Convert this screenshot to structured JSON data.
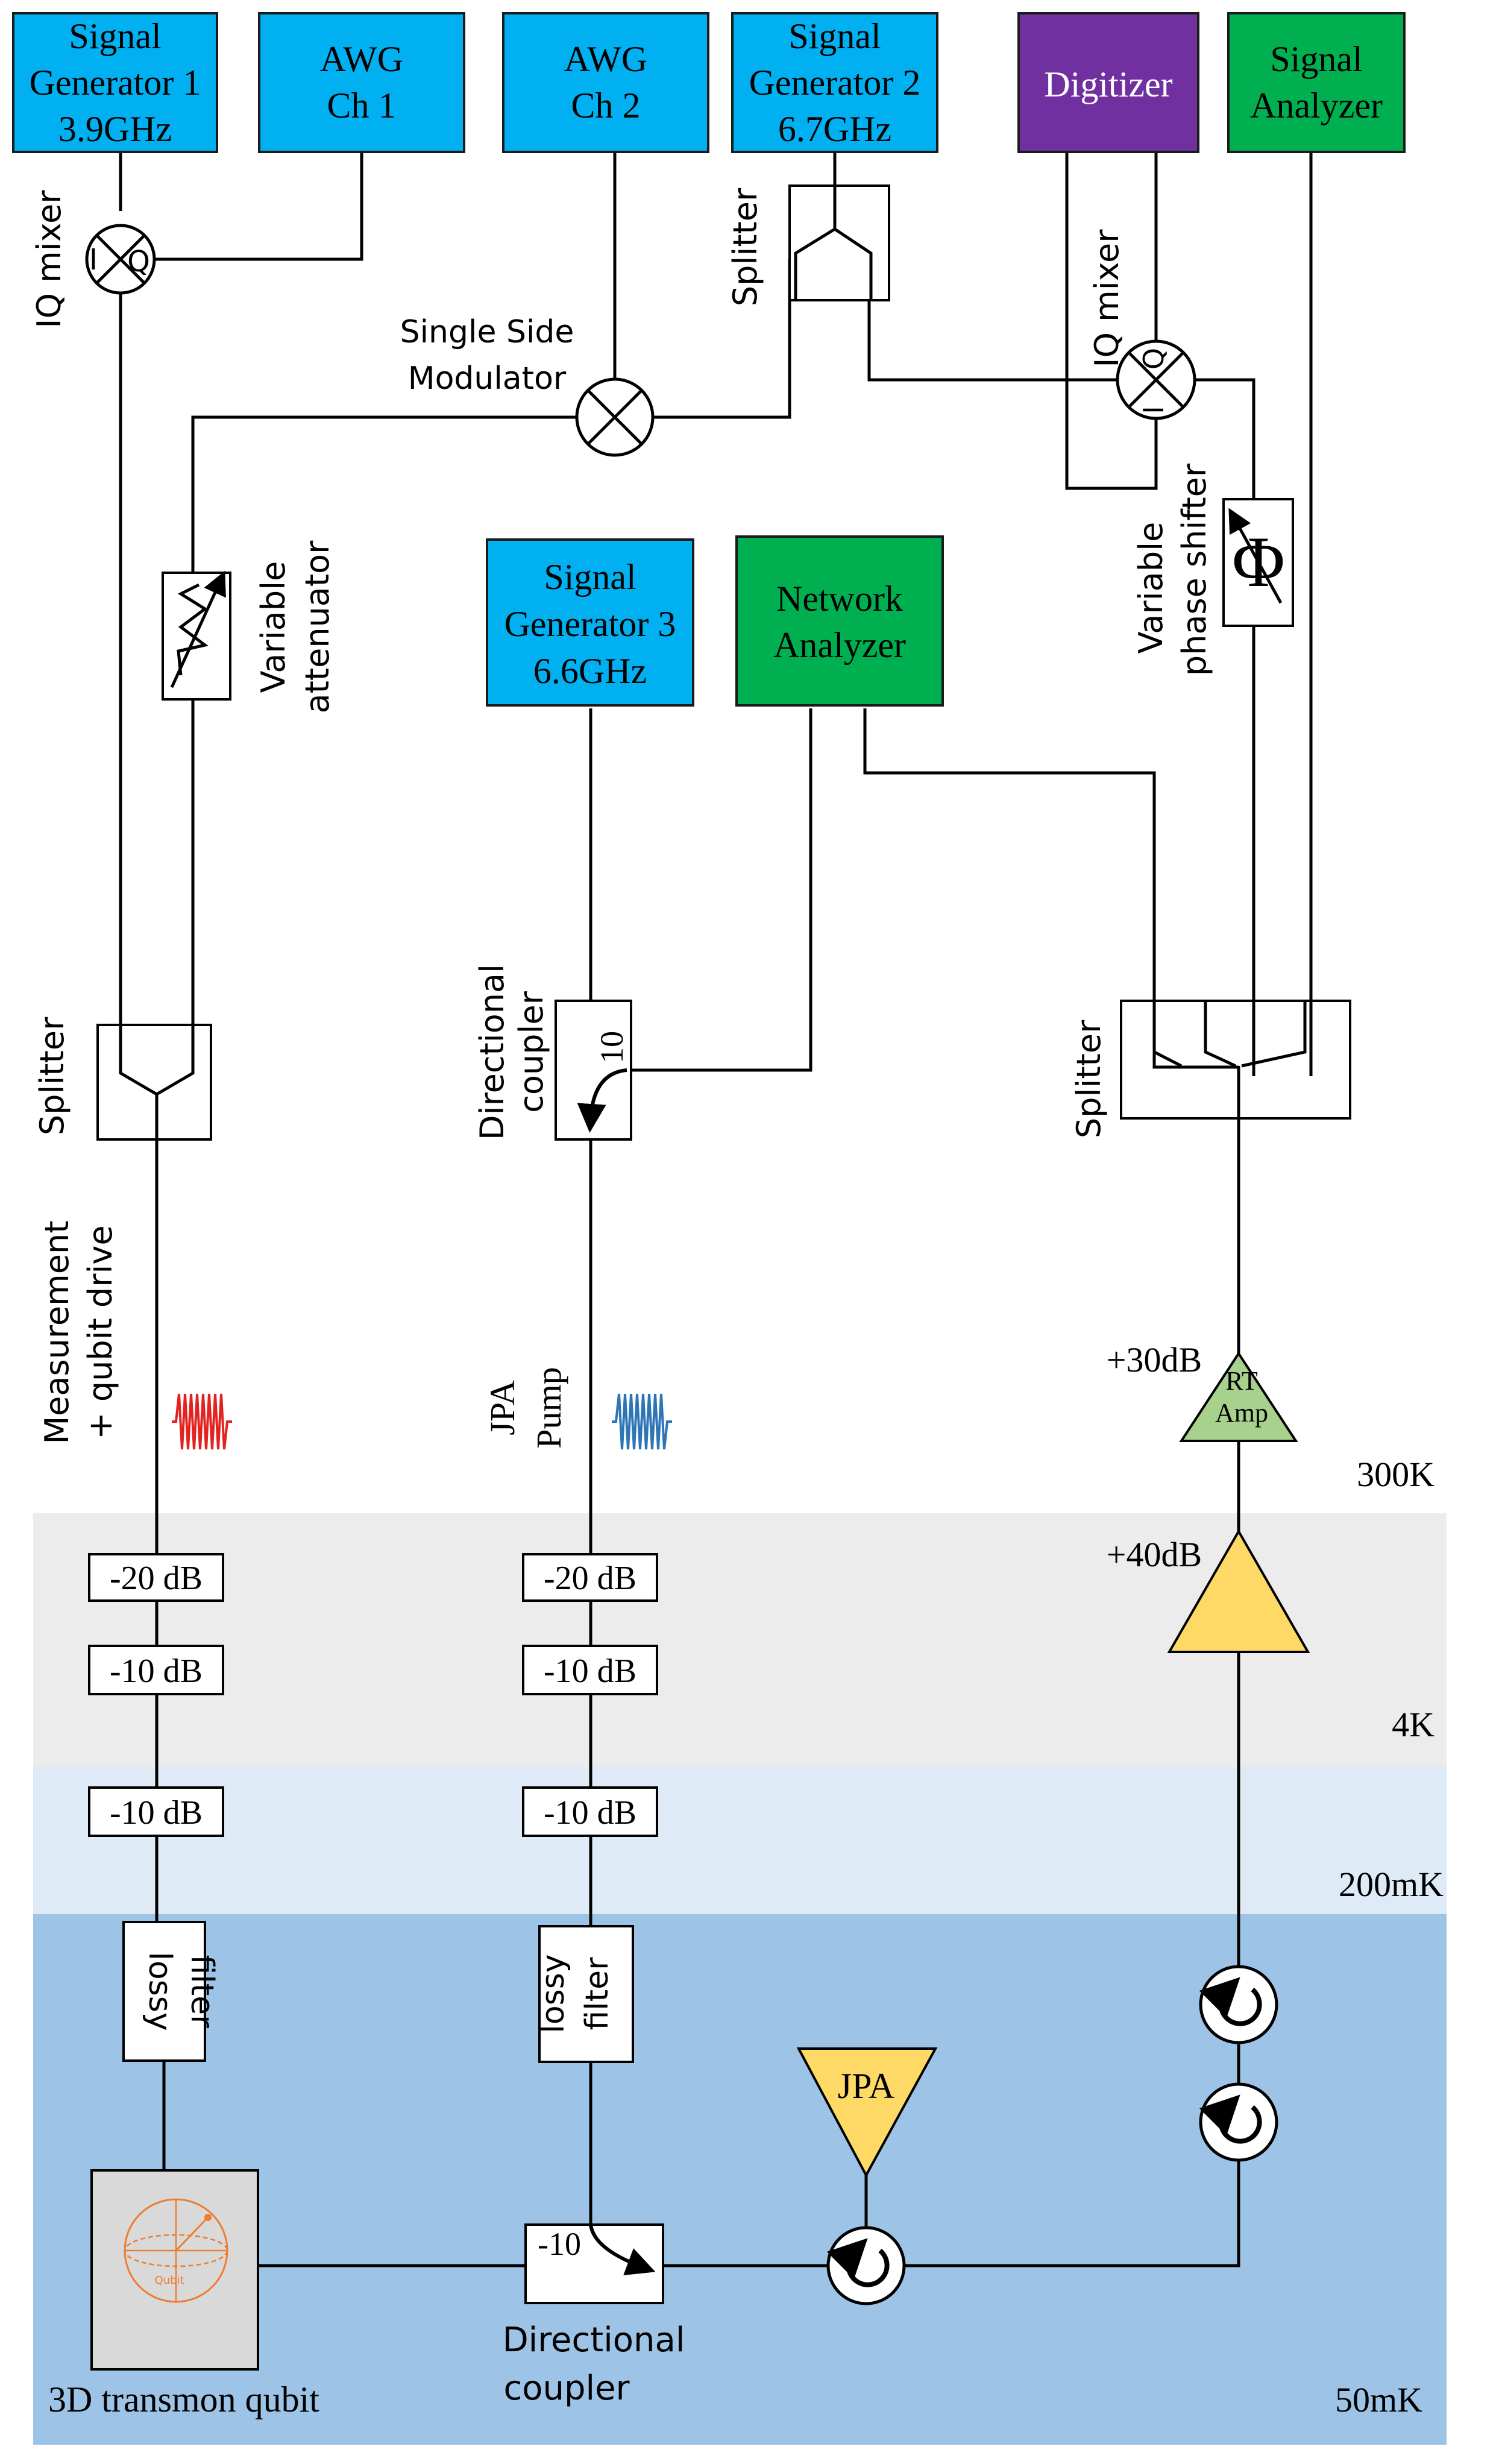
{
  "colors": {
    "instrument_blue": "#00b0f0",
    "instrument_green": "#00b050",
    "instrument_purple": "#7030a0",
    "amp_green": "#a9d18e",
    "amp_yellow": "#ffd966",
    "zone_4k": "#ececec",
    "zone_200mk": "#deebf7",
    "zone_50mk": "#9dc3e6",
    "drive_pulse": "#e32222",
    "pump_pulse": "#2e75b6",
    "qubit_orange": "#ed7d31"
  },
  "instruments": {
    "sg1": [
      "Signal",
      "Generator 1",
      "3.9GHz"
    ],
    "awg1": [
      "AWG",
      "Ch 1"
    ],
    "awg2": [
      "AWG",
      "Ch 2"
    ],
    "sg2": [
      "Signal",
      "Generator 2",
      "6.7GHz"
    ],
    "digitizer": [
      "Digitizer"
    ],
    "signal_analyzer": [
      "Signal",
      "Analyzer"
    ],
    "sg3": [
      "Signal",
      "Generator 3",
      "6.6GHz"
    ],
    "network_analyzer": [
      "Network",
      "Analyzer"
    ]
  },
  "labels": {
    "iq_mixer_left": "IQ mixer",
    "iq_mixer_right": "IQ mixer",
    "mixer_i": "I",
    "mixer_q": "Q",
    "splitter_top": "Splitter",
    "splitter_left": "Splitter",
    "splitter_right": "Splitter",
    "ssm": [
      "Single Side",
      "Modulator"
    ],
    "var_atten": [
      "Variable",
      "attenuator"
    ],
    "phase_shifter": [
      "Variable",
      "phase shifter"
    ],
    "phase_symbol": "Φ",
    "dir_coupler_top": [
      "Directional",
      "coupler"
    ],
    "dir_coupler_top_value": "10",
    "meas_drive": [
      "Measurement",
      "+ qubit drive"
    ],
    "jpa_pump": [
      "JPA",
      "Pump"
    ],
    "rt_amp_gain": "+30dB",
    "rt_amp": [
      "RT",
      "Amp"
    ],
    "hemt_gain": "+40dB",
    "jpa": "JPA",
    "dir_coupler_bottom": [
      "Directional",
      "coupler"
    ],
    "dir_coupler_bottom_value": "-10",
    "qubit": "3D transmon qubit",
    "qubit_icon_label": "Qubit",
    "lossy_filter": [
      "lossy",
      "filter"
    ]
  },
  "attenuators": {
    "left": [
      "-20 dB",
      "-10 dB",
      "-10 dB"
    ],
    "right": [
      "-20 dB",
      "-10 dB",
      "-10 dB"
    ]
  },
  "temperatures": [
    "300K",
    "4K",
    "200mK",
    "50mK"
  ]
}
